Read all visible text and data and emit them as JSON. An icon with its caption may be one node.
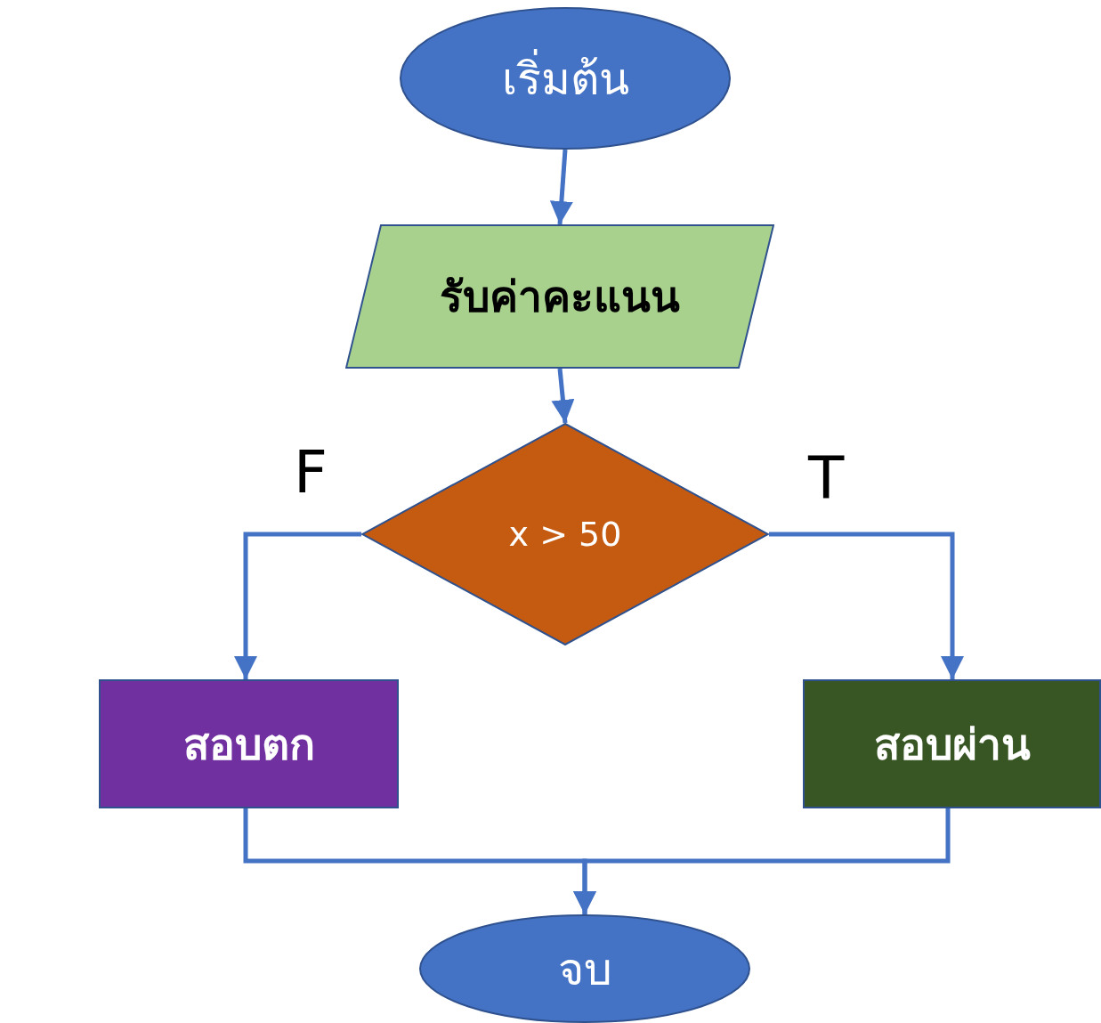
{
  "diagram": {
    "nodes": [
      {
        "text": [
          "เริ่มต้น"
        ]
      },
      {
        "text": [
          "รับค่าคะแนน"
        ]
      },
      {
        "text": [
          "x > 50"
        ]
      },
      {
        "text": [
          "สอบตก"
        ]
      },
      {
        "text": [
          "สอบผ่าน"
        ]
      },
      {
        "text": [
          "จบ"
        ]
      }
    ],
    "edges": [
      {
        "from": 0,
        "to": 1,
        "arrow": "to"
      },
      {
        "from": 1,
        "to": 2,
        "arrow": "to"
      },
      {
        "from": 2,
        "to": 3,
        "arrow": "to",
        "label": "F"
      },
      {
        "from": 2,
        "to": 4,
        "arrow": "to",
        "label": "T"
      },
      {
        "from": 3,
        "to": 5,
        "arrow": "to"
      },
      {
        "from": 4,
        "to": 5,
        "arrow": "to"
      }
    ]
  }
}
